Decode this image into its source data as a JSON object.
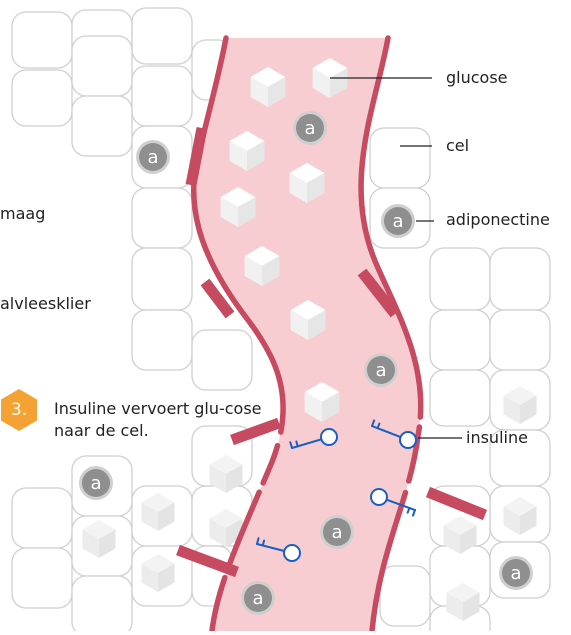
{
  "labels": {
    "glucose": "glucose",
    "cel": "cel",
    "adiponectine": "adiponectine",
    "maag": "maag",
    "alvleesklier": "alvleesklier",
    "insuline": "insuline"
  },
  "step": {
    "number": "3.",
    "text": "Insuline vervoert glu-cose naar de cel."
  },
  "badge_letter": "a",
  "colors": {
    "vessel_fill": "#f8cdd1",
    "vessel_wall": "#c64a60",
    "cell_stroke": "#cfcfcf",
    "badge": "#8f8f8f",
    "key": "#1a5fbf",
    "step_hex": "#f4a233"
  }
}
